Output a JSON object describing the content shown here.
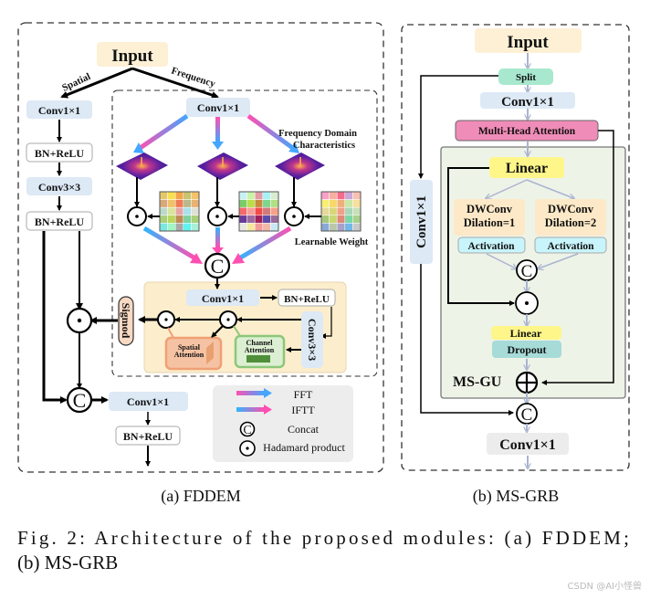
{
  "figure": {
    "panel_a": {
      "title": "FDDEM",
      "input": "Input",
      "branch_spatial": "Spatial",
      "branch_frequency": "Frequency",
      "spatial_path": [
        "Conv1×1",
        "BN+ReLU",
        "Conv3×3",
        "BN+ReLU"
      ],
      "freq_conv": "Conv1×1",
      "freq_domain_label_1": "Frequency Domain",
      "freq_domain_label_2": "Characteristics",
      "learnable_weight_label": "Learnable Weight",
      "fusion": {
        "conv1": "Conv1×1",
        "bnrelu": "BN+ReLU",
        "conv3": "Conv3×3",
        "spatial_attention_1": "Spatial",
        "spatial_attention_2": "Attention",
        "channel_attention_1": "Channel",
        "channel_attention_2": "Attention",
        "sigmoid": "Sigmod"
      },
      "output_conv": "Conv1×1",
      "output_bnrelu": "BN+ReLU",
      "legend": [
        {
          "symbol": "gradient-arrow-pink-to-blue",
          "label": "FFT"
        },
        {
          "symbol": "gradient-arrow-blue-to-pink",
          "label": "IFTT"
        },
        {
          "symbol": "C",
          "label": "Concat"
        },
        {
          "symbol": "•",
          "label": "Hadamard product"
        }
      ]
    },
    "panel_b": {
      "title": "MS-GRB",
      "input": "Input",
      "split": "Split",
      "conv1": "Conv1×1",
      "mha": "Multi-Head Attention",
      "side_conv": "Conv1×1",
      "linear": "Linear",
      "dwconv1_1": "DWConv",
      "dwconv1_2": "Dilation=1",
      "dwconv2_1": "DWConv",
      "dwconv2_2": "Dilation=2",
      "activation_1": "Activation",
      "activation_2": "Activation",
      "linear2": "Linear",
      "dropout": "Dropout",
      "msgu": "MS-GU",
      "output_conv": "Conv1×1"
    },
    "symbols": {
      "concat": "C",
      "hadamard": "•",
      "add": "+"
    },
    "caption_a": "(a) FDDEM",
    "caption_b": "(b) MS-GRB",
    "caption_line1": "Fig. 2: Architecture of the proposed modules: (a) FDDEM;",
    "caption_line2": "(b) MS-GRB",
    "watermark": "CSDN @AI小怪兽"
  },
  "colors": {
    "input_fill": "#fdf0d5",
    "conv_fill": "#dde9f5",
    "split_fill": "#a8e8cf",
    "mha_fill": "#f08cb8",
    "linear_fill": "#fff68a",
    "dwconv_fill": "#fde9c7",
    "activation_fill": "#c8f4fb",
    "dropout_fill": "#a6dbd8",
    "msgu_bg": "#eef3e8",
    "fusion_bg": "#fcedcc",
    "spatial_att": "#f5c2a3",
    "channel_att": "#dcefd2",
    "sigmoid_fill": "#f7d9c4",
    "legend_bg": "#ededed",
    "fft_start": "#ff4fb1",
    "fft_end": "#44a6ff"
  }
}
